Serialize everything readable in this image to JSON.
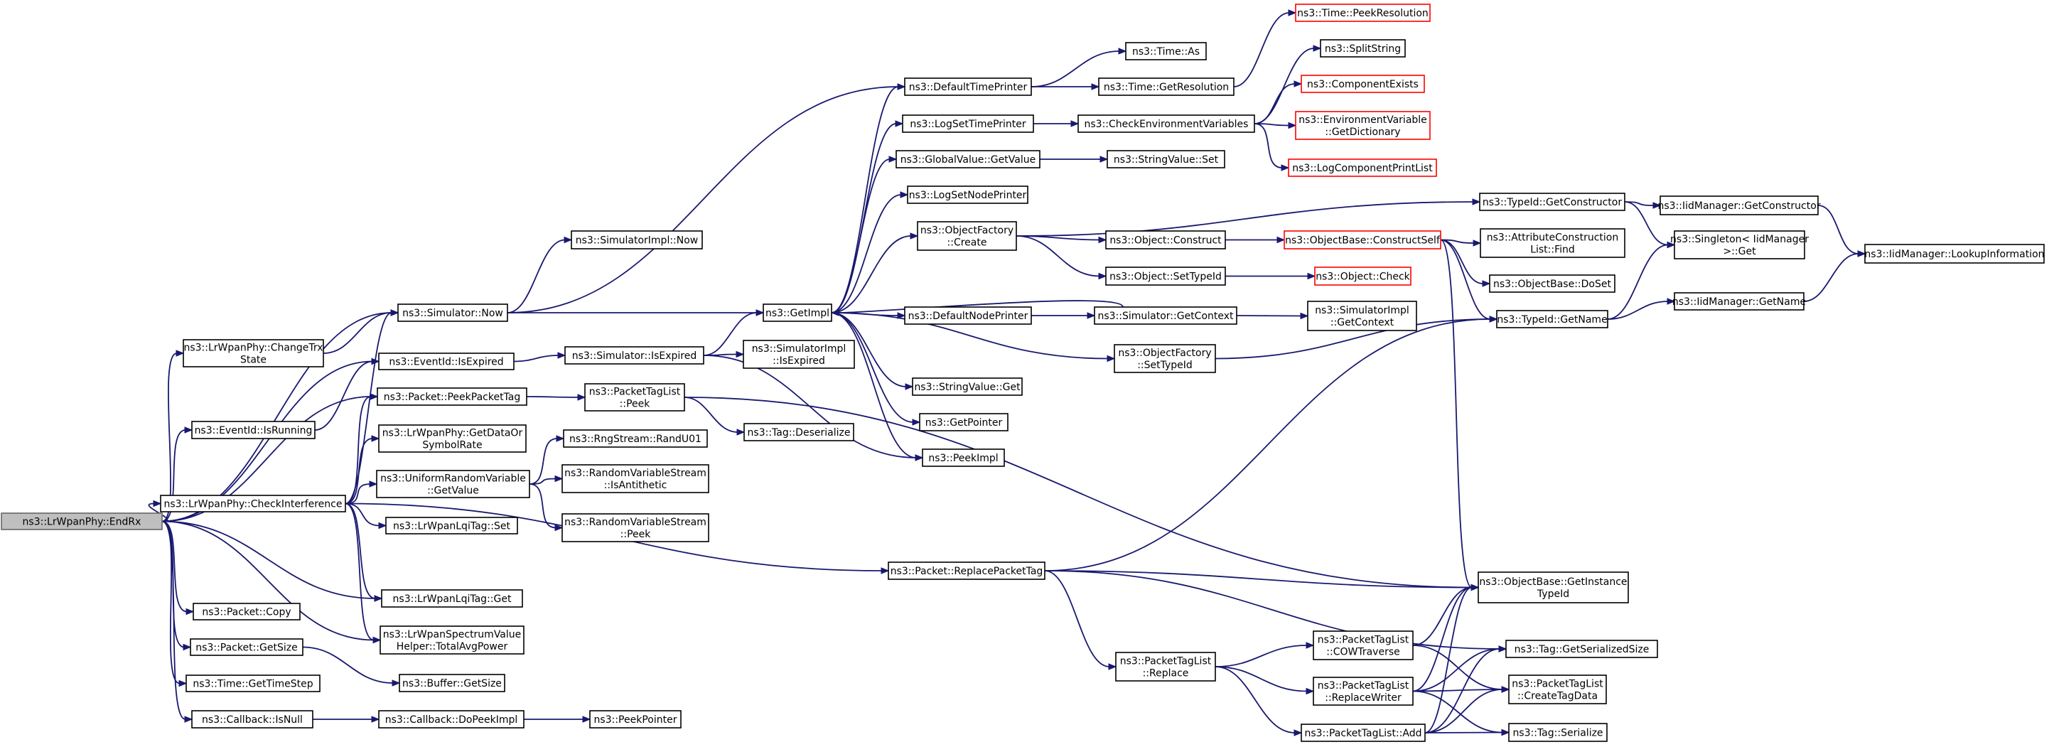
{
  "diagram": {
    "title": "",
    "nodes": [
      {
        "id": "root",
        "lines": [
          "ns3::LrWpanPhy::EndRx"
        ],
        "variant": "root"
      },
      {
        "id": "changetrx",
        "lines": [
          "ns3::LrWpanPhy::ChangeTrx",
          "State"
        ]
      },
      {
        "id": "eid_running",
        "lines": [
          "ns3::EventId::IsRunning"
        ]
      },
      {
        "id": "checkint",
        "lines": [
          "ns3::LrWpanPhy::CheckInterference"
        ]
      },
      {
        "id": "pkt_copy",
        "lines": [
          "ns3::Packet::Copy"
        ]
      },
      {
        "id": "pkt_getsize",
        "lines": [
          "ns3::Packet::GetSize"
        ]
      },
      {
        "id": "time_step",
        "lines": [
          "ns3::Time::GetTimeStep"
        ]
      },
      {
        "id": "cb_isnull",
        "lines": [
          "ns3::Callback::IsNull"
        ]
      },
      {
        "id": "sim_now",
        "lines": [
          "ns3::Simulator::Now"
        ]
      },
      {
        "id": "eid_expired",
        "lines": [
          "ns3::EventId::IsExpired"
        ]
      },
      {
        "id": "peek_tag",
        "lines": [
          "ns3::Packet::PeekPacketTag"
        ]
      },
      {
        "id": "get_datarate",
        "lines": [
          "ns3::LrWpanPhy::GetDataOr",
          "SymbolRate"
        ]
      },
      {
        "id": "urv_getvalue",
        "lines": [
          "ns3::UniformRandomVariable",
          "::GetValue"
        ]
      },
      {
        "id": "lqi_set",
        "lines": [
          "ns3::LrWpanLqiTag::Set"
        ]
      },
      {
        "id": "lqi_get",
        "lines": [
          "ns3::LrWpanLqiTag::Get"
        ]
      },
      {
        "id": "spectrum_avg",
        "lines": [
          "ns3::LrWpanSpectrumValue",
          "Helper::TotalAvgPower"
        ]
      },
      {
        "id": "buffer_getsize",
        "lines": [
          "ns3::Buffer::GetSize"
        ]
      },
      {
        "id": "cb_dopeek",
        "lines": [
          "ns3::Callback::DoPeekImpl"
        ]
      },
      {
        "id": "simimpl_now",
        "lines": [
          "ns3::SimulatorImpl::Now"
        ]
      },
      {
        "id": "sim_isexpired",
        "lines": [
          "ns3::Simulator::IsExpired"
        ]
      },
      {
        "id": "ptl_peek",
        "lines": [
          "ns3::PacketTagList",
          "::Peek"
        ]
      },
      {
        "id": "tag_deser",
        "lines": [
          "ns3::Tag::Deserialize"
        ]
      },
      {
        "id": "rng_randu",
        "lines": [
          "ns3::RngStream::RandU01"
        ]
      },
      {
        "id": "rvs_antithetic",
        "lines": [
          "ns3::RandomVariableStream",
          "::IsAntithetic"
        ]
      },
      {
        "id": "rvs_peek",
        "lines": [
          "ns3::RandomVariableStream",
          "::Peek"
        ]
      },
      {
        "id": "peek_pointer",
        "lines": [
          "ns3::PeekPointer"
        ]
      },
      {
        "id": "getimpl",
        "lines": [
          "ns3::GetImpl"
        ]
      },
      {
        "id": "simimpl_isexp",
        "lines": [
          "ns3::SimulatorImpl",
          "::IsExpired"
        ]
      },
      {
        "id": "pkt_replace",
        "lines": [
          "ns3::Packet::ReplacePacketTag"
        ]
      },
      {
        "id": "def_timeprinter",
        "lines": [
          "ns3::DefaultTimePrinter"
        ]
      },
      {
        "id": "logset_time",
        "lines": [
          "ns3::LogSetTimePrinter"
        ]
      },
      {
        "id": "gv_getvalue",
        "lines": [
          "ns3::GlobalValue::GetValue"
        ]
      },
      {
        "id": "logset_node",
        "lines": [
          "ns3::LogSetNodePrinter"
        ]
      },
      {
        "id": "of_create",
        "lines": [
          "ns3::ObjectFactory",
          "::Create"
        ]
      },
      {
        "id": "def_nodeprinter",
        "lines": [
          "ns3::DefaultNodePrinter"
        ]
      },
      {
        "id": "of_settypeid",
        "lines": [
          "ns3::ObjectFactory",
          "::SetTypeId"
        ]
      },
      {
        "id": "sv_get",
        "lines": [
          "ns3::StringValue::Get"
        ]
      },
      {
        "id": "get_pointer",
        "lines": [
          "ns3::GetPointer"
        ]
      },
      {
        "id": "peekimpl",
        "lines": [
          "ns3::PeekImpl"
        ]
      },
      {
        "id": "time_as",
        "lines": [
          "ns3::Time::As"
        ]
      },
      {
        "id": "time_getres",
        "lines": [
          "ns3::Time::GetResolution"
        ]
      },
      {
        "id": "check_env",
        "lines": [
          "ns3::CheckEnvironmentVariables"
        ]
      },
      {
        "id": "sv_set",
        "lines": [
          "ns3::StringValue::Set"
        ]
      },
      {
        "id": "obj_construct",
        "lines": [
          "ns3::Object::Construct"
        ]
      },
      {
        "id": "obj_settypeid",
        "lines": [
          "ns3::Object::SetTypeId"
        ]
      },
      {
        "id": "sim_getcontext",
        "lines": [
          "ns3::Simulator::GetContext"
        ]
      },
      {
        "id": "ptl_replace",
        "lines": [
          "ns3::PacketTagList",
          "::Replace"
        ]
      },
      {
        "id": "time_peekres",
        "lines": [
          "ns3::Time::PeekResolution"
        ],
        "variant": "red"
      },
      {
        "id": "split_string",
        "lines": [
          "ns3::SplitString"
        ]
      },
      {
        "id": "comp_exists",
        "lines": [
          "ns3::ComponentExists"
        ],
        "variant": "red"
      },
      {
        "id": "env_getdict",
        "lines": [
          "ns3::EnvironmentVariable",
          "::GetDictionary"
        ],
        "variant": "red"
      },
      {
        "id": "log_printlist",
        "lines": [
          "ns3::LogComponentPrintList"
        ],
        "variant": "red"
      },
      {
        "id": "ob_constructself",
        "lines": [
          "ns3::ObjectBase::ConstructSelf"
        ],
        "variant": "red"
      },
      {
        "id": "obj_check",
        "lines": [
          "ns3::Object::Check"
        ],
        "variant": "red"
      },
      {
        "id": "simimpl_getctx",
        "lines": [
          "ns3::SimulatorImpl",
          "::GetContext"
        ]
      },
      {
        "id": "ptl_cow",
        "lines": [
          "ns3::PacketTagList",
          "::COWTraverse"
        ]
      },
      {
        "id": "ptl_replacewriter",
        "lines": [
          "ns3::PacketTagList",
          "::ReplaceWriter"
        ]
      },
      {
        "id": "ptl_add",
        "lines": [
          "ns3::PacketTagList::Add"
        ]
      },
      {
        "id": "tid_getctor",
        "lines": [
          "ns3::TypeId::GetConstructor"
        ]
      },
      {
        "id": "acl_find",
        "lines": [
          "ns3::AttributeConstruction",
          "List::Find"
        ]
      },
      {
        "id": "ob_doset",
        "lines": [
          "ns3::ObjectBase::DoSet"
        ]
      },
      {
        "id": "tid_getname",
        "lines": [
          "ns3::TypeId::GetName"
        ]
      },
      {
        "id": "ob_getinstance",
        "lines": [
          "ns3::ObjectBase::GetInstance",
          "TypeId"
        ]
      },
      {
        "id": "tag_getsersize",
        "lines": [
          "ns3::Tag::GetSerializedSize"
        ]
      },
      {
        "id": "ptl_createtag",
        "lines": [
          "ns3::PacketTagList",
          "::CreateTagData"
        ]
      },
      {
        "id": "tag_serialize",
        "lines": [
          "ns3::Tag::Serialize"
        ]
      },
      {
        "id": "iid_getctor",
        "lines": [
          "ns3::IidManager::GetConstructor"
        ]
      },
      {
        "id": "singleton_get",
        "lines": [
          "ns3::Singleton< IidManager",
          " >::Get"
        ]
      },
      {
        "id": "iid_getname",
        "lines": [
          "ns3::IidManager::GetName"
        ]
      },
      {
        "id": "iid_lookup",
        "lines": [
          "ns3::IidManager::LookupInformation"
        ]
      }
    ],
    "edges": [
      [
        "root",
        "changetrx"
      ],
      [
        "root",
        "eid_running"
      ],
      [
        "root",
        "checkint"
      ],
      [
        "root",
        "pkt_copy"
      ],
      [
        "root",
        "pkt_getsize"
      ],
      [
        "root",
        "time_step"
      ],
      [
        "root",
        "cb_isnull"
      ],
      [
        "root",
        "sim_now"
      ],
      [
        "root",
        "eid_expired"
      ],
      [
        "root",
        "peek_tag"
      ],
      [
        "root",
        "lqi_get"
      ],
      [
        "root",
        "spectrum_avg"
      ],
      [
        "changetrx",
        "sim_now"
      ],
      [
        "eid_running",
        "eid_expired"
      ],
      [
        "checkint",
        "sim_now"
      ],
      [
        "checkint",
        "peek_tag"
      ],
      [
        "checkint",
        "get_datarate"
      ],
      [
        "checkint",
        "urv_getvalue"
      ],
      [
        "checkint",
        "lqi_set"
      ],
      [
        "checkint",
        "lqi_get"
      ],
      [
        "checkint",
        "spectrum_avg"
      ],
      [
        "checkint",
        "pkt_replace"
      ],
      [
        "pkt_getsize",
        "buffer_getsize"
      ],
      [
        "cb_isnull",
        "cb_dopeek"
      ],
      [
        "cb_dopeek",
        "peek_pointer"
      ],
      [
        "sim_now",
        "simimpl_now"
      ],
      [
        "sim_now",
        "getimpl"
      ],
      [
        "sim_now",
        "def_timeprinter"
      ],
      [
        "eid_expired",
        "sim_isexpired"
      ],
      [
        "sim_isexpired",
        "getimpl"
      ],
      [
        "sim_isexpired",
        "simimpl_isexp"
      ],
      [
        "sim_isexpired",
        "peekimpl"
      ],
      [
        "peek_tag",
        "ptl_peek"
      ],
      [
        "ptl_peek",
        "tag_deser"
      ],
      [
        "ptl_peek",
        "ob_getinstance"
      ],
      [
        "urv_getvalue",
        "rng_randu"
      ],
      [
        "urv_getvalue",
        "rvs_antithetic"
      ],
      [
        "urv_getvalue",
        "rvs_peek"
      ],
      [
        "getimpl",
        "def_timeprinter"
      ],
      [
        "getimpl",
        "logset_time"
      ],
      [
        "getimpl",
        "gv_getvalue"
      ],
      [
        "getimpl",
        "logset_node"
      ],
      [
        "getimpl",
        "of_create"
      ],
      [
        "getimpl",
        "def_nodeprinter"
      ],
      [
        "getimpl",
        "of_settypeid"
      ],
      [
        "getimpl",
        "sv_get"
      ],
      [
        "getimpl",
        "get_pointer"
      ],
      [
        "getimpl",
        "peekimpl"
      ],
      [
        "def_timeprinter",
        "time_as"
      ],
      [
        "def_timeprinter",
        "time_getres"
      ],
      [
        "time_getres",
        "time_peekres"
      ],
      [
        "logset_time",
        "check_env"
      ],
      [
        "check_env",
        "split_string"
      ],
      [
        "check_env",
        "comp_exists"
      ],
      [
        "check_env",
        "env_getdict"
      ],
      [
        "check_env",
        "log_printlist"
      ],
      [
        "gv_getvalue",
        "sv_set"
      ],
      [
        "of_create",
        "tid_getctor"
      ],
      [
        "of_create",
        "obj_construct"
      ],
      [
        "of_create",
        "obj_settypeid"
      ],
      [
        "obj_construct",
        "ob_constructself"
      ],
      [
        "obj_settypeid",
        "obj_check"
      ],
      [
        "ob_constructself",
        "acl_find"
      ],
      [
        "ob_constructself",
        "ob_doset"
      ],
      [
        "ob_constructself",
        "tid_getname"
      ],
      [
        "ob_constructself",
        "ob_getinstance"
      ],
      [
        "def_nodeprinter",
        "sim_getcontext"
      ],
      [
        "sim_getcontext",
        "getimpl"
      ],
      [
        "sim_getcontext",
        "simimpl_getctx"
      ],
      [
        "of_settypeid",
        "tid_getname"
      ],
      [
        "tid_getctor",
        "iid_getctor"
      ],
      [
        "tid_getctor",
        "singleton_get"
      ],
      [
        "iid_getctor",
        "iid_lookup"
      ],
      [
        "tid_getname",
        "singleton_get"
      ],
      [
        "tid_getname",
        "iid_getname"
      ],
      [
        "iid_getname",
        "iid_lookup"
      ],
      [
        "pkt_replace",
        "tid_getname"
      ],
      [
        "pkt_replace",
        "ob_getinstance"
      ],
      [
        "pkt_replace",
        "tag_getsersize"
      ],
      [
        "pkt_replace",
        "ptl_replace"
      ],
      [
        "ptl_replace",
        "ptl_cow"
      ],
      [
        "ptl_replace",
        "ptl_replacewriter"
      ],
      [
        "ptl_replace",
        "ptl_add"
      ],
      [
        "ptl_cow",
        "ob_getinstance"
      ],
      [
        "ptl_cow",
        "ptl_createtag"
      ],
      [
        "ptl_replacewriter",
        "ob_getinstance"
      ],
      [
        "ptl_replacewriter",
        "tag_getsersize"
      ],
      [
        "ptl_replacewriter",
        "ptl_createtag"
      ],
      [
        "ptl_replacewriter",
        "tag_serialize"
      ],
      [
        "ptl_add",
        "ob_getinstance"
      ],
      [
        "ptl_add",
        "tag_getsersize"
      ],
      [
        "ptl_add",
        "ptl_createtag"
      ],
      [
        "ptl_add",
        "tag_serialize"
      ]
    ]
  }
}
